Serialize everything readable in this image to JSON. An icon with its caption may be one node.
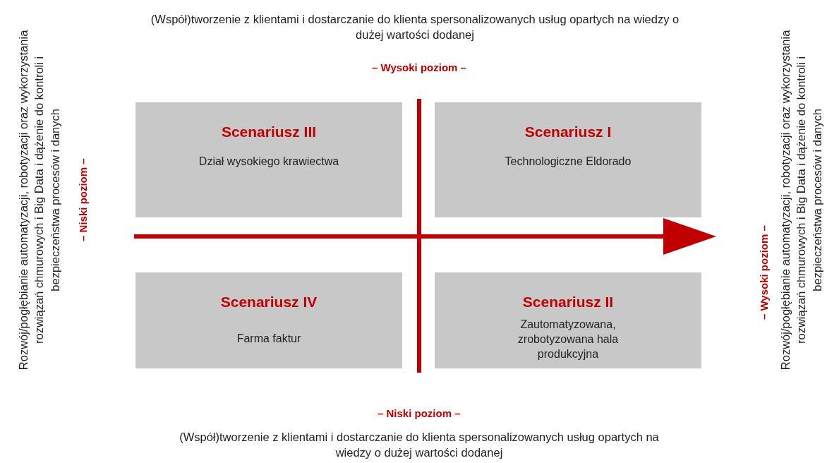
{
  "diagram": {
    "nodes": [
      {
        "text": [
          "Scenariusz III",
          "Dział wysokiego krawiectwa"
        ]
      },
      {
        "text": [
          "Scenariusz I",
          "Technologiczne Eldorado"
        ]
      },
      {
        "text": [
          "Scenariusz IV",
          "Farma faktur"
        ]
      },
      {
        "text": [
          "Scenariusz II",
          "Zautomatyzowana, zrobotyzowana hala produkcyjna"
        ]
      }
    ],
    "edges": [],
    "labels": [
      "(Współ)tworzenie z klientami i dostarczanie do klienta spersonalizowanych usług opartych na wiedzy o dużej wartości dodanej",
      "– Wysoki poziom –",
      "Rozwój/pogłębianie automatyzacji, robotyzacji oraz wykorzystania rozwiązań chmurowych i Big Data i dążenie do kontroli i bezpieczeństwa procesów i danych",
      "– Niski poziom –",
      "– Wysoki poziom –",
      "Rozwój/pogłębianie automatyzacji, robotyzacji oraz wykorzystania rozwiązań chmurowych i Big Data i dążenie do kontroli i bezpieczeństwa procesów i danych",
      "– Niski poziom –",
      "(Współ)tworzenie z klientami i dostarczanie do klienta spersonalizowanych usług opartych na wiedzy o dużej wartości dodanej"
    ]
  }
}
